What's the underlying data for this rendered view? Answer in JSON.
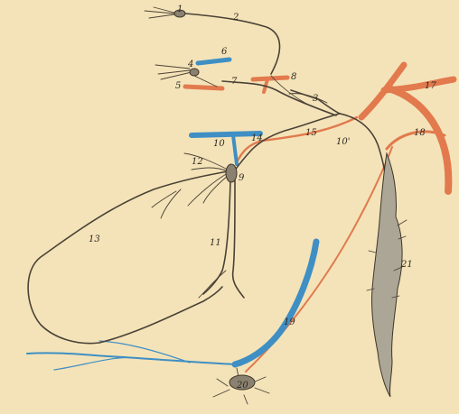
{
  "colors": {
    "background": "#f4e3b8",
    "nerve": "#4a4236",
    "artery": "#e27a4e",
    "vein": "#3f8fc4",
    "ganglion": "#8b8170"
  },
  "labels": {
    "l1": "1",
    "l2": "2",
    "l3": "3",
    "l4": "4",
    "l5": "5",
    "l6": "6",
    "l7": "7",
    "l8": "8",
    "l9": "9",
    "l10": "10",
    "l10b": "10'",
    "l11": "11",
    "l12": "12",
    "l13": "13",
    "l14": "14",
    "l15": "15",
    "l17": "17",
    "l18": "18",
    "l19": "19",
    "l20": "20",
    "l21": "21"
  }
}
